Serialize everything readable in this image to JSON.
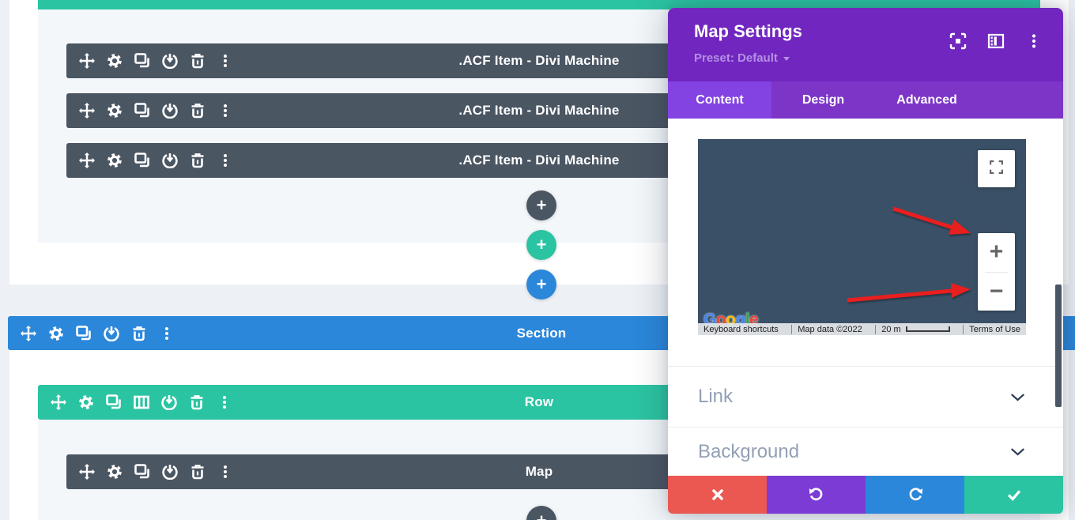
{
  "builder": {
    "modules": [
      ".ACF Item - Divi Machine",
      ".ACF Item - Divi Machine",
      ".ACF Item - Divi Machine"
    ],
    "section_label": "Section",
    "row_label": "Row",
    "map_label": "Map",
    "add_button_glyph": "+"
  },
  "modal": {
    "title": "Map Settings",
    "preset_label": "Preset: Default",
    "tabs": [
      "Content",
      "Design",
      "Advanced"
    ],
    "active_tab": "Content",
    "map_preview": {
      "zoom_in_glyph": "+",
      "zoom_out_glyph": "−",
      "logo_letters": [
        "G",
        "o",
        "o",
        "g",
        "l",
        "e"
      ],
      "footer": {
        "keyboard_shortcuts": "Keyboard shortcuts",
        "map_data": "Map data ©2022",
        "scale_label": "20 m",
        "terms": "Terms of Use"
      }
    },
    "option_groups": [
      {
        "label": "Link"
      },
      {
        "label": "Background"
      }
    ]
  },
  "colors": {
    "modal_header_purple": "#7127bf",
    "tab_bar_purple": "#7c35c7",
    "active_tab_purple": "#8342e2",
    "module_bar_gray": "#4b5663",
    "section_blue": "#2b87da",
    "row_teal": "#2bc4a2",
    "cancel_red": "#ea5851",
    "undo_purple": "#7c3bd5",
    "redo_blue": "#2b87da",
    "save_green": "#2bc4a2",
    "map_background": "#3a5066",
    "annotation_arrow_red": "#e81f1f"
  }
}
